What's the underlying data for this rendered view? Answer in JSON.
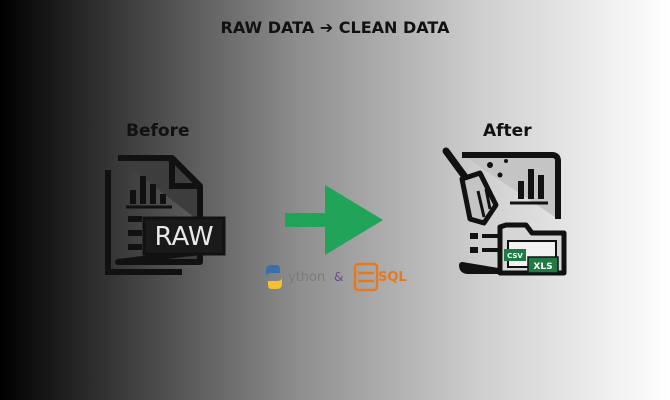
{
  "title": "RAW DATA ➔ CLEAN DATA",
  "before": {
    "label": "Before",
    "badge_text": "RAW",
    "icon": "raw-data-file-icon"
  },
  "after": {
    "label": "After",
    "icon": "clean-data-file-icon",
    "file_badges": [
      "CSV",
      "XLS"
    ]
  },
  "arrow": {
    "color": "#22a35a",
    "icon": "right-arrow-icon"
  },
  "tools": [
    {
      "name": "ython",
      "icon": "python-logo-icon",
      "color": "#7a7a7a"
    },
    {
      "name": "&",
      "color": "#6a4a8a"
    },
    {
      "name": "SQL",
      "icon": "sql-database-icon",
      "color": "#e8781c"
    }
  ],
  "colors": {
    "background_start": "#000000",
    "background_end": "#ffffff",
    "ink": "#111111",
    "excel_green": "#1f7a43"
  }
}
